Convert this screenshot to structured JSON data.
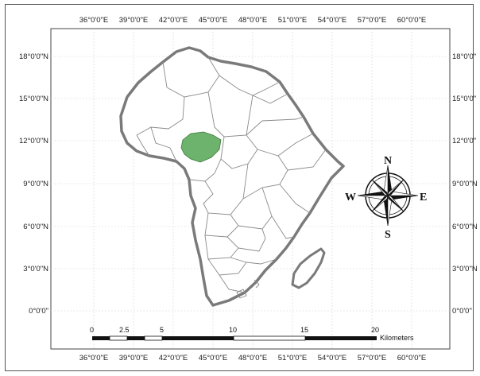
{
  "map": {
    "top_ticks": [
      "36°0'0\"E",
      "39°0'0\"E",
      "42°0'0\"E",
      "45°0'0\"E",
      "48°0'0\"E",
      "51°0'0\"E",
      "54°0'0\"E",
      "57°0'0\"E",
      "60°0'0\"E"
    ],
    "bottom_ticks": [
      "36°0'0\"E",
      "39°0'0\"E",
      "42°0'0\"E",
      "45°0'0\"E",
      "48°0'0\"E",
      "51°0'0\"E",
      "54°0'0\"E",
      "57°0'0\"E",
      "60°0'0\"E"
    ],
    "left_ticks": [
      "18°0'0\"N",
      "15°0'0\"N",
      "12°0'0\"N",
      "9°0'0\"N",
      "6°0'0\"N",
      "3°0'0\"N",
      "0°0'0\""
    ],
    "right_ticks": [
      "18°0'0\"",
      "15°0'0\"",
      "12°0'0\"",
      "9°0'0\"N",
      "6°0'0\"N",
      "3°0'0\"N",
      "0°0'0\""
    ],
    "highlight_color": "#6db36d",
    "outline_color": "#7a7a7a"
  },
  "compass": {
    "n": "N",
    "s": "S",
    "e": "E",
    "w": "W"
  },
  "scale_bar": {
    "labels": [
      "0",
      "2.5",
      "5",
      "10",
      "15",
      "20"
    ],
    "unit": "Kilometers"
  }
}
